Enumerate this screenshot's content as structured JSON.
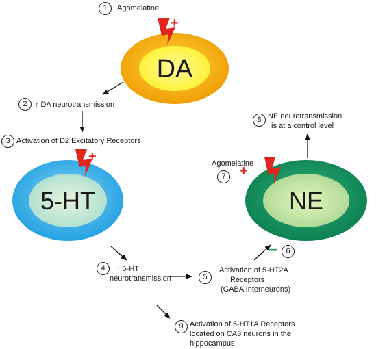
{
  "nodes": {
    "da": {
      "label": "DA",
      "outer_color": "#f0a400",
      "inner_color": "#fff23a"
    },
    "ht": {
      "label": "5-HT",
      "outer_color": "#29a6e4",
      "inner_color": "#c5e8d8"
    },
    "ne": {
      "label": "NE",
      "outer_color": "#0f8a58",
      "inner_color": "#cbe9a8"
    }
  },
  "steps": [
    {
      "number": "1",
      "text": "Agomelatine"
    },
    {
      "number": "2",
      "text": "↑ DA neurotransmission"
    },
    {
      "number": "3",
      "text": "Activation of D2 Excitatory Receptors"
    },
    {
      "number": "4",
      "text": [
        "↑ 5-HT",
        "neurotransmission"
      ]
    },
    {
      "number": "5",
      "text": [
        "Activation of 5-HT2A",
        "Receptors",
        "(GABA Interneurons)"
      ]
    },
    {
      "number": "6",
      "text": ""
    },
    {
      "number": "7",
      "text": "Agomelatine"
    },
    {
      "number": "8",
      "text": [
        "NE neurotransmission",
        "is at a control level"
      ]
    },
    {
      "number": "9",
      "text": [
        "Activation of 5-HT1A Receptors",
        "located on CA3 neurons in the",
        "hippocampus"
      ]
    }
  ],
  "signs": {
    "plus": "+",
    "minus": "−"
  },
  "colors": {
    "lightning": "#e0261c",
    "arrow": "#111111"
  }
}
